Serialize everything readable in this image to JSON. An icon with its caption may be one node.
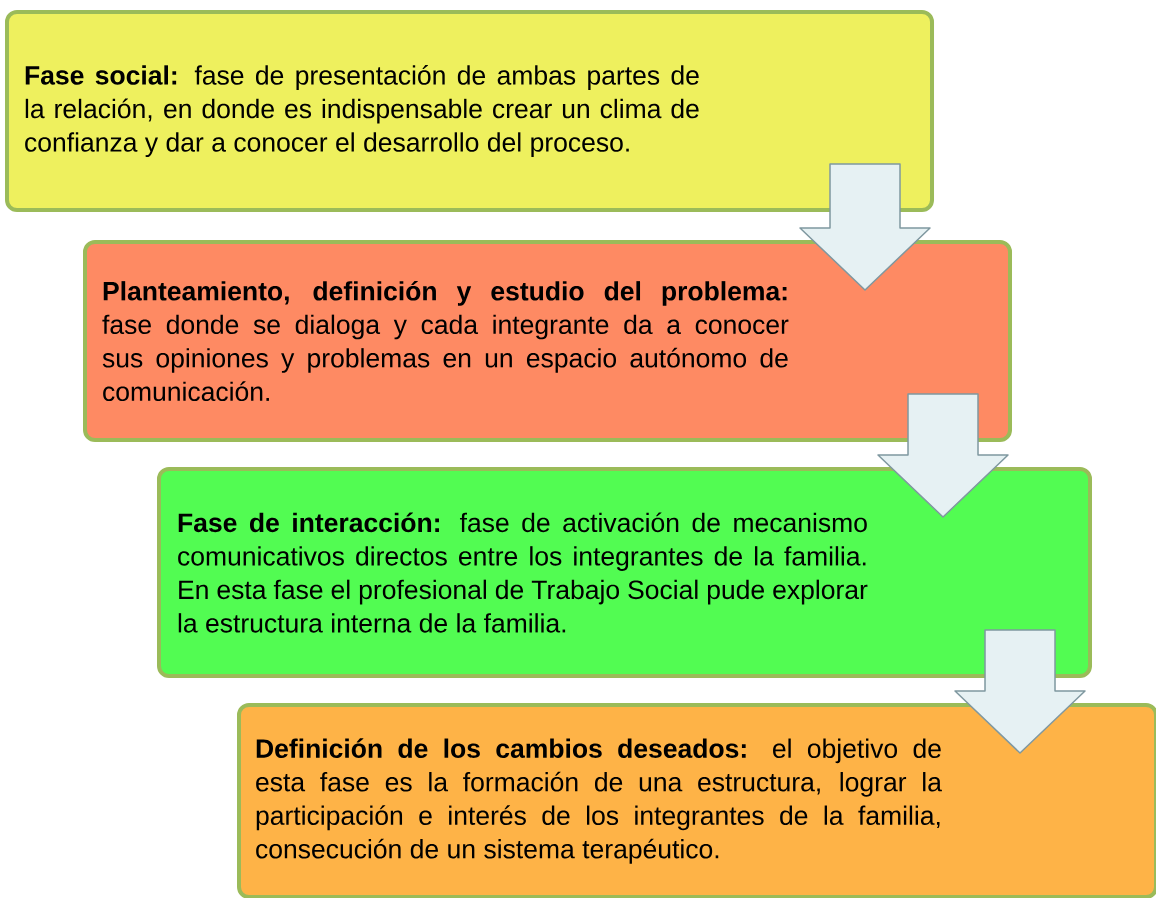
{
  "diagram": {
    "nodes": [
      {
        "text": [
          "**Fase social:** fase de presentación de ambas partes de la relación, en donde es indispensable crear un clima de confianza y dar a conocer el desarrollo del proceso."
        ]
      },
      {
        "text": [
          "**Planteamiento, definición y estudio del problema:** fase donde se dialoga y cada integrante da a conocer sus opiniones y problemas en un espacio autónomo de comunicación."
        ]
      },
      {
        "text": [
          "**Fase de interacción:** fase de activación de mecanismo comunicativos directos entre los integrantes de la familia. En esta fase el profesional de Trabajo Social pude explorar la estructura interna de la familia."
        ]
      },
      {
        "text": [
          "**Definición de los cambios deseados:** el objetivo de esta fase es la formación de una estructura, lograr la participación e interés de los integrantes de la familia, consecución de un sistema terapéutico."
        ]
      }
    ],
    "edges": [
      {
        "from": 0,
        "to": 1,
        "arrow": "to"
      },
      {
        "from": 1,
        "to": 2,
        "arrow": "to"
      },
      {
        "from": 2,
        "to": 3,
        "arrow": "to"
      }
    ]
  }
}
